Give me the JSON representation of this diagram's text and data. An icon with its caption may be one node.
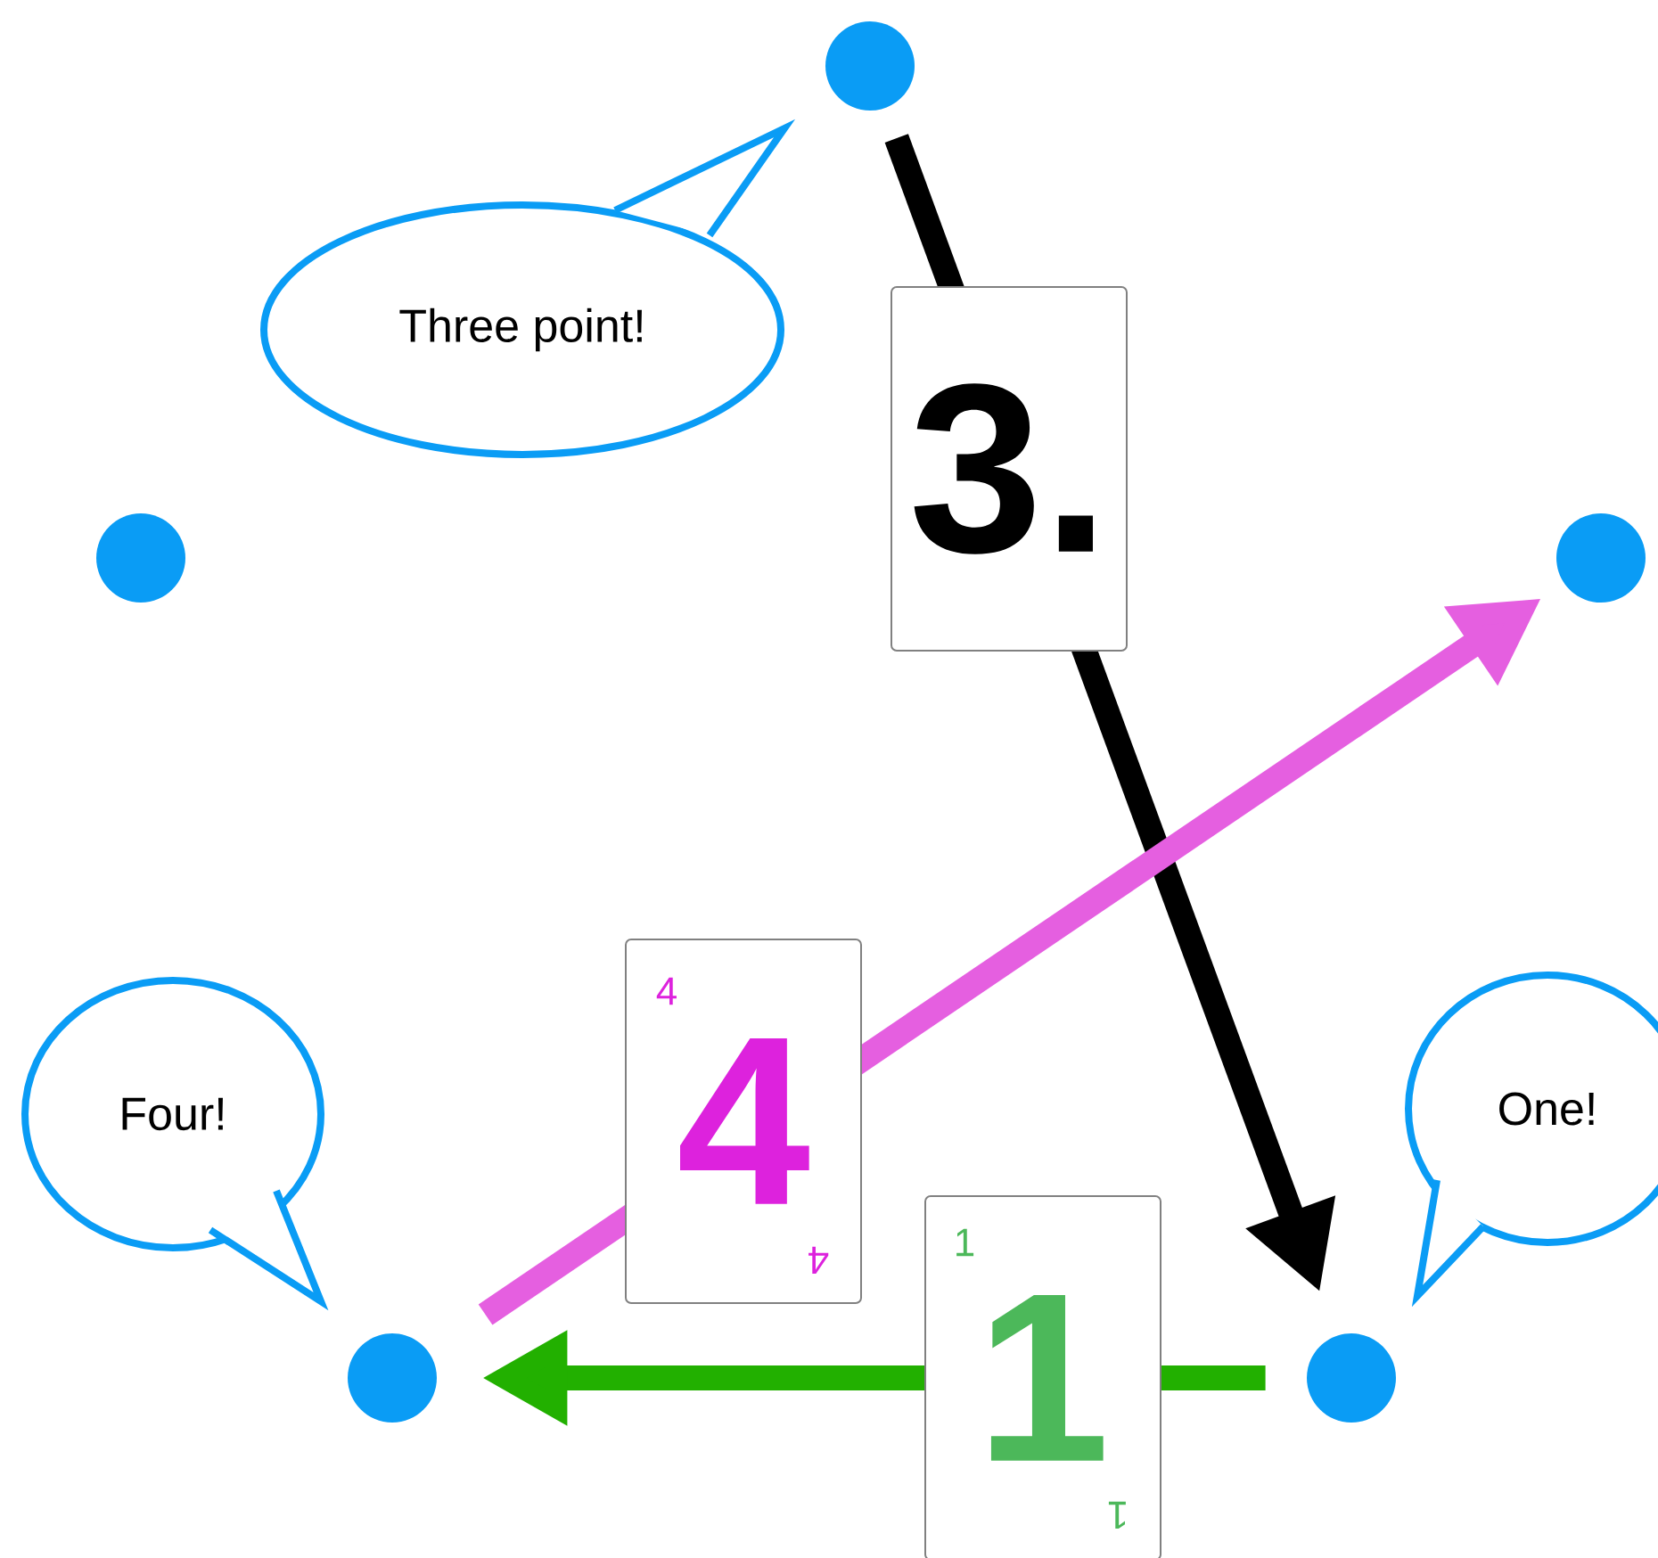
{
  "diagram": {
    "nodes": [
      {
        "text": [],
        "shape": "circle"
      },
      {
        "text": [
          "Three point!"
        ]
      },
      {
        "text": [],
        "shape": "circle"
      },
      {
        "text": [],
        "shape": "circle"
      },
      {
        "text": [
          "Four!"
        ]
      },
      {
        "text": [
          "One!"
        ]
      },
      {
        "text": [],
        "shape": "circle"
      },
      {
        "text": [],
        "shape": "circle"
      }
    ],
    "edges": [
      {
        "from": 0,
        "to": 7,
        "arrow": "to",
        "label": "3.",
        "color": "#000000"
      },
      {
        "from": 6,
        "to": 3,
        "arrow": "to",
        "label": "4",
        "color": "#e55fe0"
      },
      {
        "from": 7,
        "to": 6,
        "arrow": "to",
        "label": "1",
        "color": "#22b000"
      }
    ],
    "labels": [
      "4",
      "4",
      "1",
      "1"
    ]
  }
}
